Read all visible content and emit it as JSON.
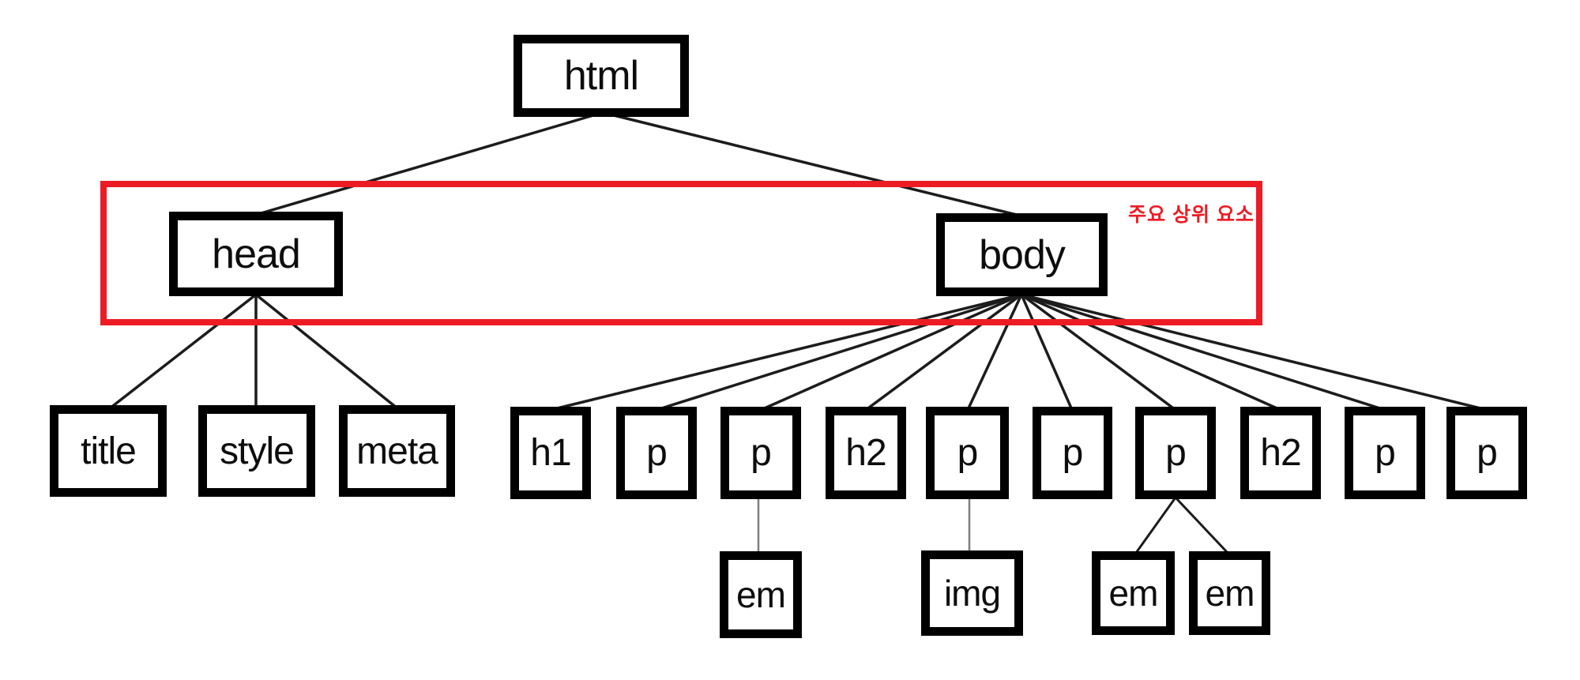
{
  "diagram": {
    "nodes": {
      "root": "html",
      "level2": [
        "head",
        "body"
      ],
      "head_children": [
        "title",
        "style",
        "meta"
      ],
      "body_children": [
        "h1",
        "p",
        "p",
        "h2",
        "p",
        "p",
        "p",
        "h2",
        "p",
        "p"
      ],
      "grandchildren": [
        "em",
        "img",
        "em",
        "em"
      ]
    },
    "annotation": {
      "text": "주요 상위 요소"
    },
    "colors": {
      "background": "#ffffff",
      "box_border": "#000000",
      "connector": "#1c1c1c",
      "sub_connector": "#7f7f7f",
      "highlight": "#ed1c24"
    }
  }
}
